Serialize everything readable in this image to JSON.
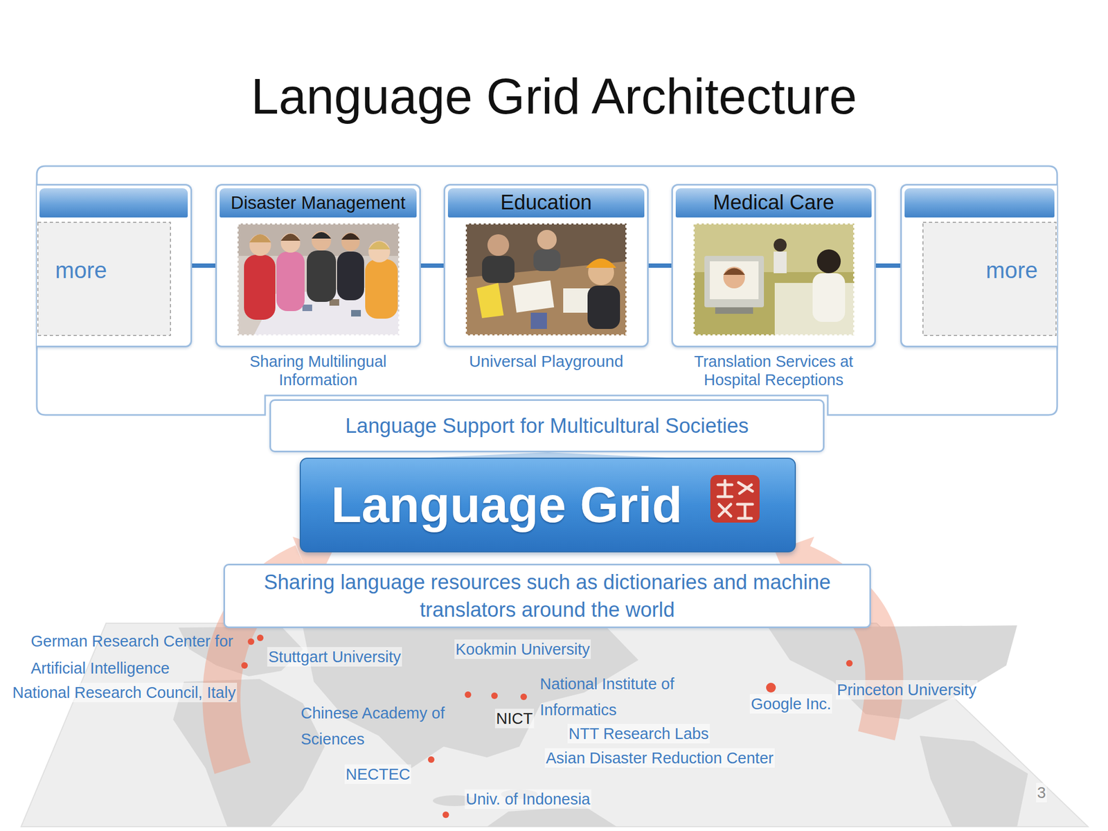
{
  "diagram": {
    "title": "Language Grid Architecture",
    "nodes": [
      {
        "text": [
          "more"
        ]
      },
      {
        "text": [
          "Disaster Management",
          "Sharing Multilingual Information"
        ]
      },
      {
        "text": [
          "Education",
          "Universal Playground"
        ]
      },
      {
        "text": [
          "Medical Care",
          "Translation Services at Hospital Receptions"
        ]
      },
      {
        "text": [
          "more"
        ]
      },
      {
        "text": [
          "Language Support for Multicultural Societies"
        ]
      },
      {
        "text": [
          "Language Grid"
        ]
      },
      {
        "text": [
          "Sharing language resources such as dictionaries and machine translators around the world"
        ]
      }
    ],
    "edges": [
      {
        "from": 0,
        "to": 1,
        "arrow": "none"
      },
      {
        "from": 1,
        "to": 2,
        "arrow": "none"
      },
      {
        "from": 2,
        "to": 3,
        "arrow": "none"
      },
      {
        "from": 3,
        "to": 4,
        "arrow": "none"
      },
      {
        "from": 6,
        "to": 5,
        "arrow": "to"
      }
    ],
    "labels": [
      "German Research Center for Artificial Intelligence",
      "Stuttgart University",
      "Kookmin University",
      "National Research Council, Italy",
      "National Institute of Informatics",
      "Chinese Academy of Sciences",
      "Google Inc.",
      "Princeton University",
      "NICT",
      "NTT Research Labs",
      "Asian Disaster Reduction Center",
      "NECTEC",
      "Univ. of Indonesia",
      "3"
    ]
  }
}
